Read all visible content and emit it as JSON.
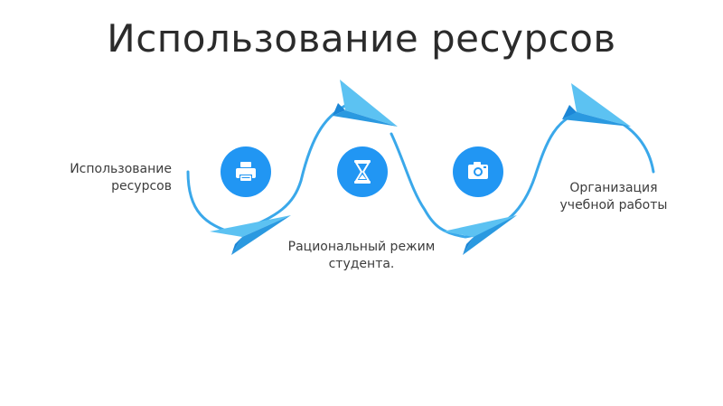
{
  "title": "Использование ресурсов",
  "steps": [
    {
      "lines": [
        "Использование",
        "ресурсов"
      ],
      "icon": "printer-icon"
    },
    {
      "lines": [
        "Рациональный режим",
        "студента."
      ],
      "icon": "hourglass-icon"
    },
    {
      "lines": [
        "Организация",
        "учебной работы"
      ],
      "icon": "camera-icon"
    }
  ],
  "colors": {
    "accent": "#2196f3",
    "path": "#3aa8ea",
    "plane_light": "#5cc2f2",
    "plane_dark": "#1b86d6",
    "text": "#3d3d3d"
  }
}
